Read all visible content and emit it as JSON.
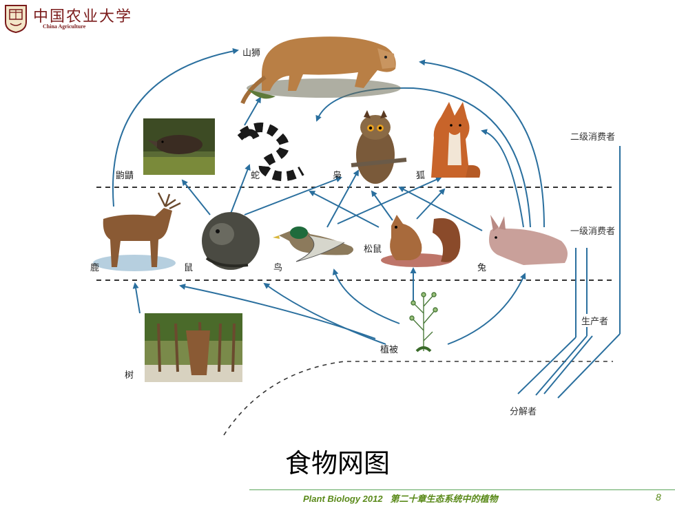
{
  "logo": {
    "cn": "中国农业大学",
    "en": "China Agriculture"
  },
  "levels": {
    "secondary": "二级消费者",
    "primary": "一级消费者",
    "producer": "生产者",
    "decomposer": "分解者"
  },
  "organisms": {
    "puma": "山狮",
    "shrew": "鼩鼱",
    "snake": "蛇",
    "owl": "枭",
    "fox": "狐",
    "deer": "鹿",
    "mouse": "鼠",
    "bird": "鸟",
    "squirrel": "松鼠",
    "rabbit": "兔",
    "vegetation": "植被",
    "tree": "树"
  },
  "title": "食物网图",
  "footer": {
    "course": "Plant Biology  2012",
    "chapter": "第二十章生态系统中的植物",
    "page": "8"
  },
  "colors": {
    "arrow": "#2a6f9e",
    "footer": "#5a8a1a",
    "logo": "#7a1a1a"
  }
}
